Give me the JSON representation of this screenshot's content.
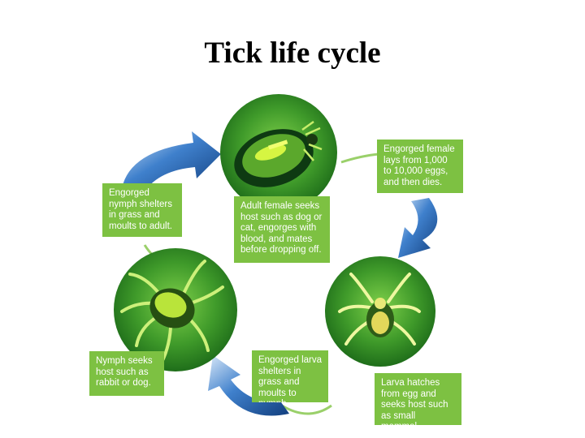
{
  "title": "Tick life cycle",
  "stages": {
    "female_lays": "Engorged female lays from 1,000 to 10,000 eggs, and then dies.",
    "adult_female": "Adult female seeks host such as dog or cat, engorges with blood, and mates before dropping off.",
    "nymph_shelters": "Engorged nymph shelters in grass and moults to adult.",
    "nymph_seeks": "Nymph seeks host such as rabbit or dog.",
    "larva_shelters": "Engorged larva shelters in grass and moults to nymph.",
    "larva_hatches": "Larva hatches from egg and seeks host such as small mammal."
  },
  "colors": {
    "label_green": "#7dc142",
    "circle_green": "#3f9a2a",
    "arrow_blue": "#1f5fae"
  },
  "icons": {
    "adult": "engorged-adult-tick-icon",
    "larva": "larva-tick-icon",
    "nymph": "nymph-tick-icon"
  }
}
